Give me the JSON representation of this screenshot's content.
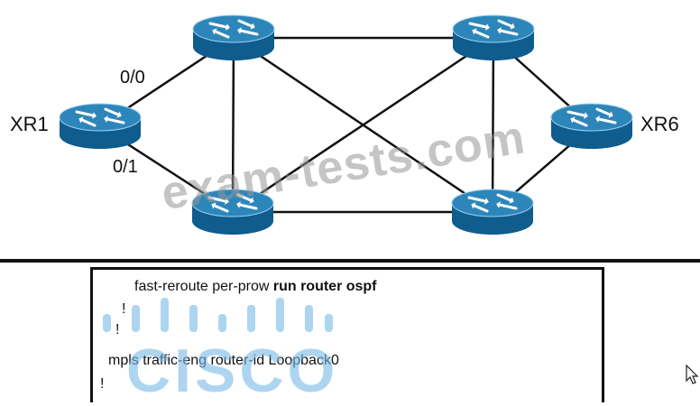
{
  "topology": {
    "routers": [
      {
        "id": "xr1",
        "label": "XR1"
      },
      {
        "id": "r2",
        "label": ""
      },
      {
        "id": "r3",
        "label": ""
      },
      {
        "id": "r4",
        "label": ""
      },
      {
        "id": "r5",
        "label": ""
      },
      {
        "id": "xr6",
        "label": "XR6"
      }
    ],
    "links": [
      {
        "from": "xr1",
        "to": "r2",
        "label": "0/0"
      },
      {
        "from": "xr1",
        "to": "r3",
        "label": "0/1"
      },
      {
        "from": "r2",
        "to": "r3"
      },
      {
        "from": "r2",
        "to": "r4"
      },
      {
        "from": "r2",
        "to": "r5"
      },
      {
        "from": "r3",
        "to": "r4"
      },
      {
        "from": "r3",
        "to": "r5"
      },
      {
        "from": "r4",
        "to": "r5"
      },
      {
        "from": "r4",
        "to": "xr6"
      },
      {
        "from": "r5",
        "to": "xr6"
      }
    ],
    "port_labels": {
      "xr1_r2": "0/0",
      "xr1_r3": "0/1"
    }
  },
  "config": {
    "line1_normal": "fast-reroute per-p",
    "line1_overlap": "r",
    "line1_mid": "ow ",
    "line1_bold": "run router ospf",
    "bang": "!",
    "line4": "mpls traffic-eng router-id Loopback0"
  },
  "watermark": {
    "text": "exam-tests.com",
    "logo": "CISCO"
  },
  "colors": {
    "router_top": "#2d86ba",
    "router_side": "#0f5c8e",
    "line": "#111111"
  }
}
